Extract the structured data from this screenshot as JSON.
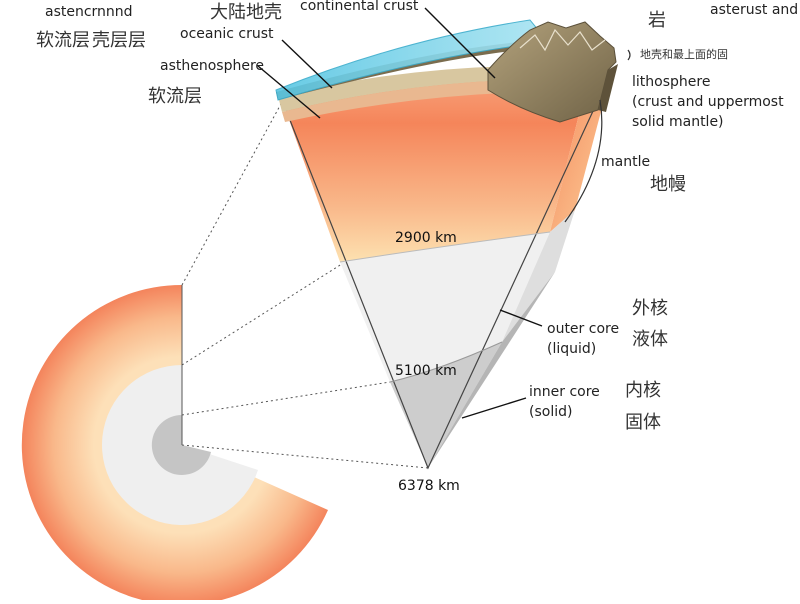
{
  "labels": {
    "asthenosphere_top": "astencrnnnd",
    "asthenosphere_cn_top": "软流层",
    "shell_cn_top": "壳层层",
    "continental_cn": "大陆地壳",
    "continental_crust": "continental crust",
    "oceanic_crust": "oceanic crust",
    "asthenosphere": "asthenosphere",
    "asthenosphere_cn": "软流层",
    "rock_cn": "岩",
    "asterust_and": "asterust and",
    "crust_upper_mantle_cn": "地壳和最上面的固",
    "lithosphere": "lithosphere",
    "lithosphere_desc_1": "(crust and uppermost",
    "lithosphere_desc_2": "solid mantle)",
    "mantle": "mantle",
    "mantle_cn": "地幔",
    "outer_core_1": "outer core",
    "outer_core_2": "(liquid)",
    "outer_core_cn_1": "外核",
    "outer_core_cn_2": "液体",
    "inner_core_1": "inner core",
    "inner_core_2": "(solid)",
    "inner_core_cn_1": "内核",
    "inner_core_cn_2": "固体"
  },
  "depths": {
    "mantle_bottom": "2900 km",
    "outer_core_bottom": "5100 km",
    "center": "6378 km"
  },
  "colors": {
    "ocean": "#7fd3e8",
    "continent": "#8a7a58",
    "mantle_top": "#f58a5e",
    "mantle_bottom": "#fcd9a6",
    "outer_core": "#efefef",
    "inner_core": "#c8c8c8"
  }
}
